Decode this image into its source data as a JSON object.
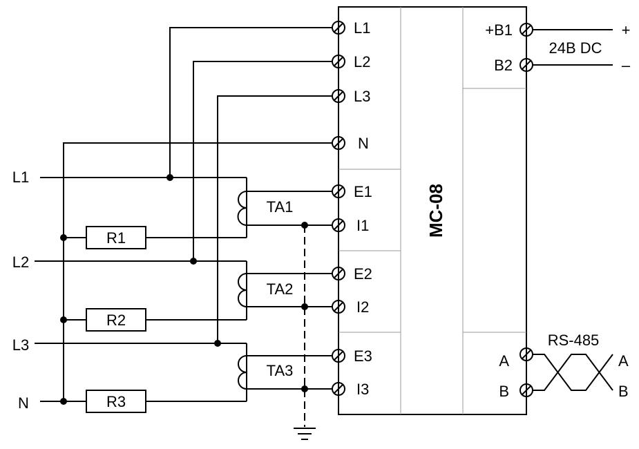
{
  "device": {
    "name": "MC-08"
  },
  "terminals": {
    "l1": "L1",
    "l2": "L2",
    "l3": "L3",
    "n": "N",
    "e1": "E1",
    "i1": "I1",
    "e2": "E2",
    "i2": "I2",
    "e3": "E3",
    "i3": "I3",
    "b1": "+B1",
    "b2": "B2",
    "a": "A",
    "b": "B"
  },
  "lines": {
    "l1": "L1",
    "l2": "L2",
    "l3": "L3",
    "n": "N"
  },
  "components": {
    "ta1": "TA1",
    "ta2": "TA2",
    "ta3": "TA3",
    "r1": "R1",
    "r2": "R2",
    "r3": "R3"
  },
  "power": {
    "label": "24B DC",
    "plus": "+",
    "minus": "–"
  },
  "rs485": {
    "label": "RS-485",
    "a": "A",
    "b": "B"
  }
}
